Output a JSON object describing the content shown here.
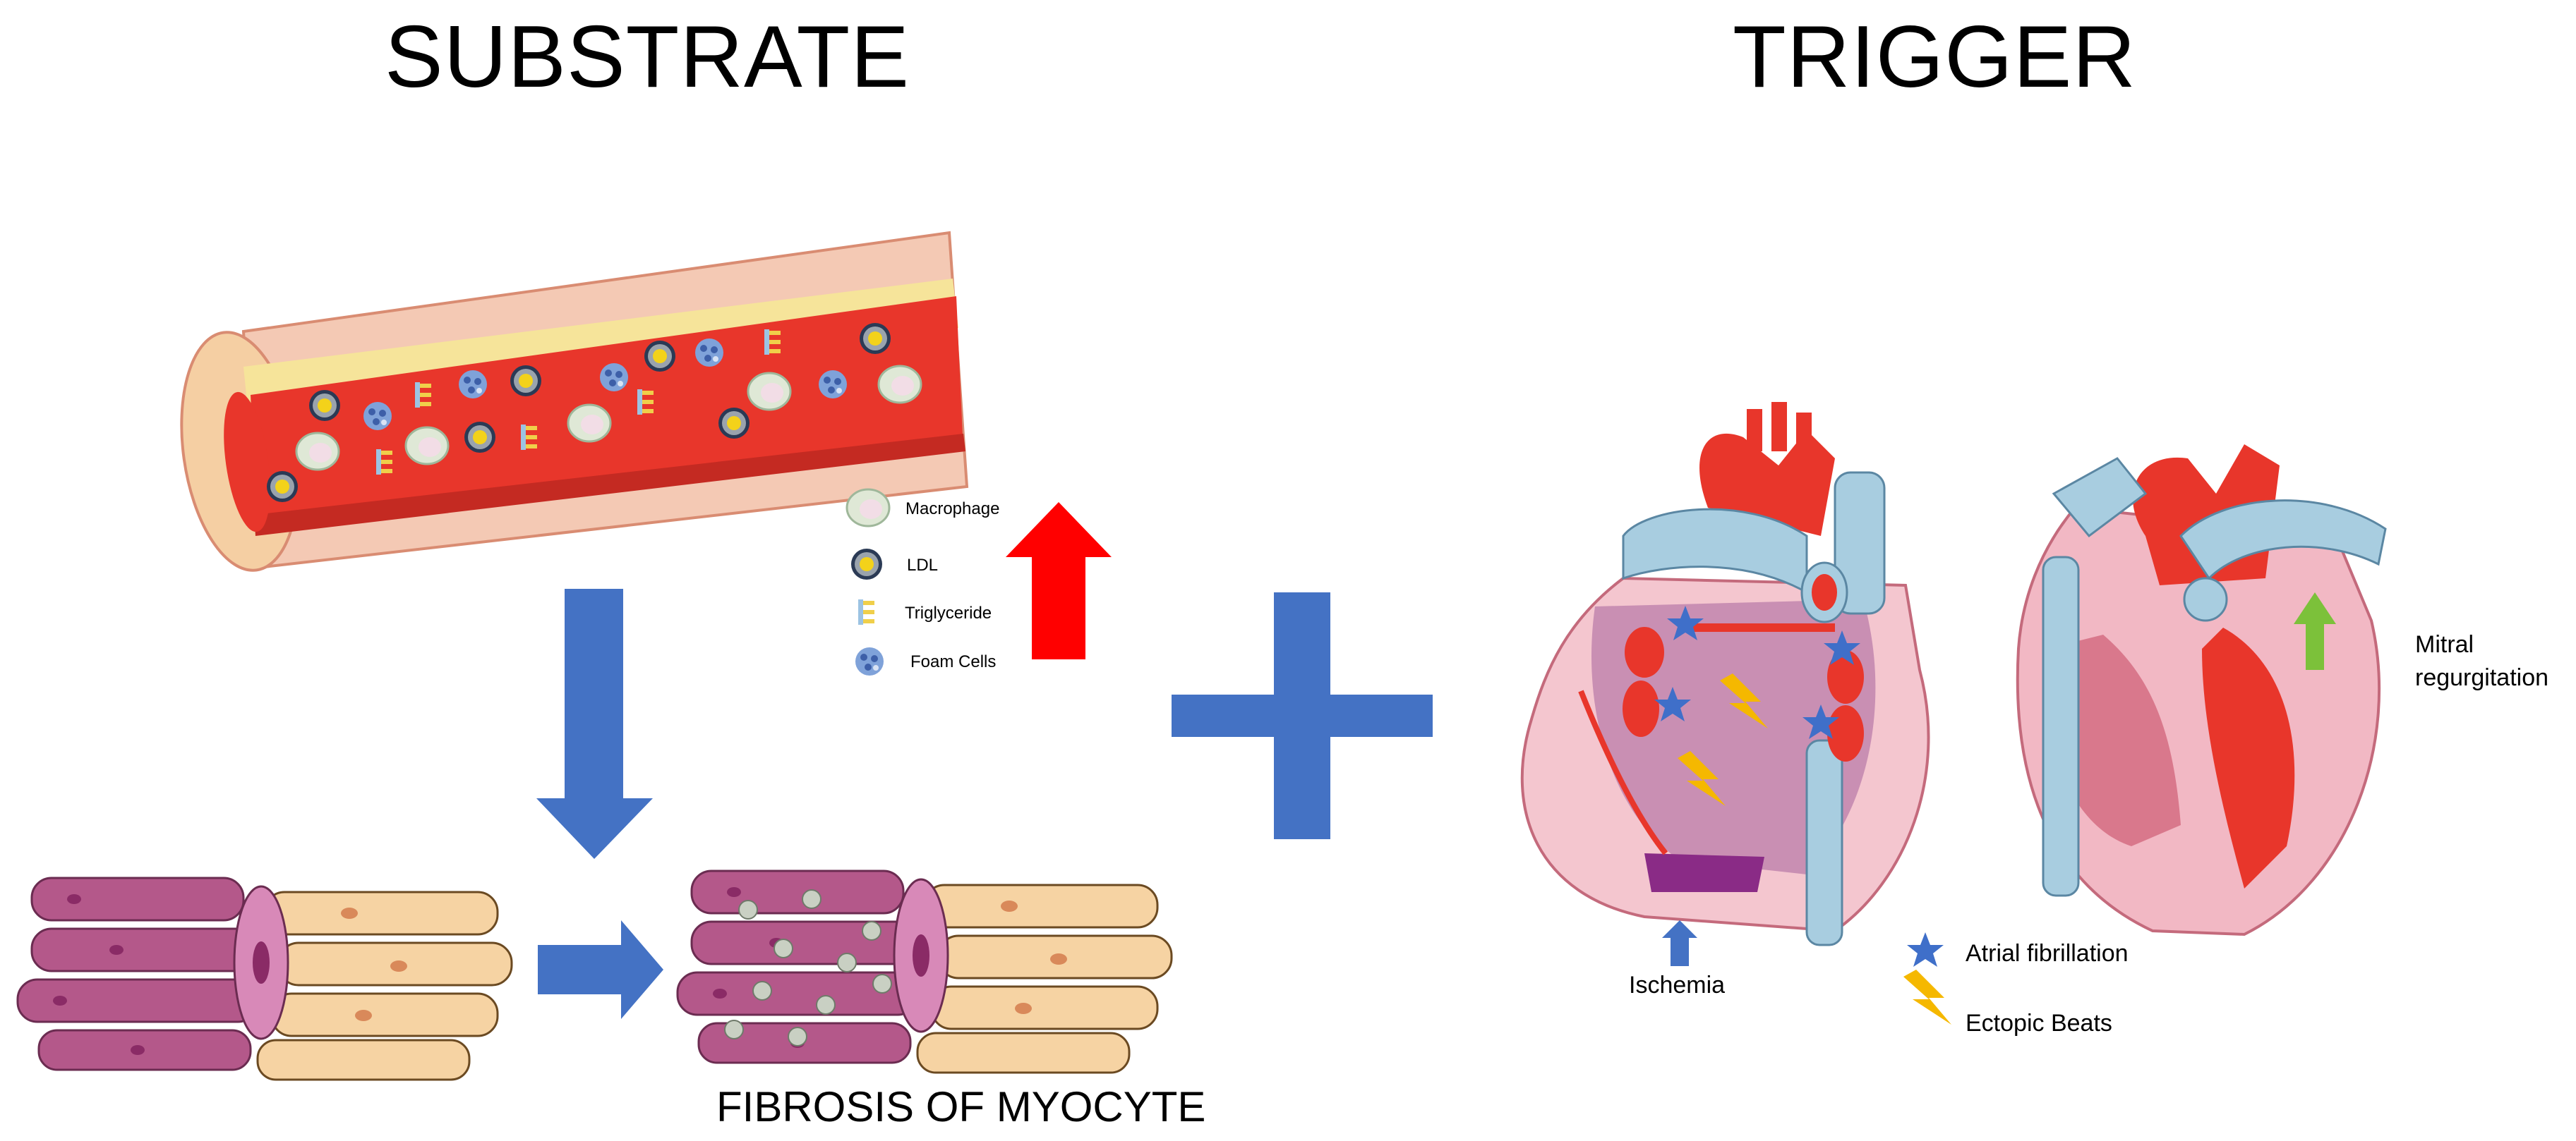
{
  "titles": {
    "substrate": "SUBSTRATE",
    "trigger": "TRIGGER"
  },
  "legend_vessel": {
    "macrophage": "Macrophage",
    "ldl": "LDL",
    "triglyceride": "Triglyceride",
    "foam_cells": "Foam Cells"
  },
  "captions": {
    "fibrosis": "FIBROSIS OF MYOCYTE",
    "ischemia": "Ischemia",
    "mitral_line1": "Mitral",
    "mitral_line2": "regurgitation"
  },
  "legend_heart": {
    "atrial_fibrillation": "Atrial fibrillation",
    "ectopic_beats": "Ectopic Beats"
  },
  "colors": {
    "arrow_blue": "#4472c4",
    "arrow_red": "#ff0000",
    "star_blue": "#3f6fc9",
    "bolt_yellow": "#f5b800",
    "arrow_green": "#7cc13a",
    "vessel_red": "#e8362b",
    "vein_blue": "#a8cde0",
    "myocyte_pink": "#b4588a",
    "myocyte_tan": "#f6d3a3"
  }
}
